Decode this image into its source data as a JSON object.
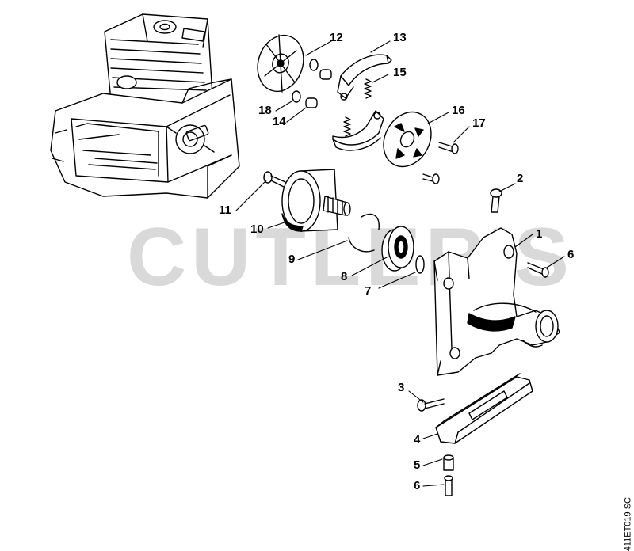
{
  "watermark": "CUTLER'S",
  "drawing_code": "411ET019 SC",
  "callouts": {
    "c1": "1",
    "c2": "2",
    "c3": "3",
    "c4": "4",
    "c5": "5",
    "c6a": "6",
    "c6b": "6",
    "c7": "7",
    "c8": "8",
    "c9": "9",
    "c10": "10",
    "c11": "11",
    "c12": "12",
    "c13": "13",
    "c14": "14",
    "c15": "15",
    "c16": "16",
    "c17": "17",
    "c18": "18"
  }
}
